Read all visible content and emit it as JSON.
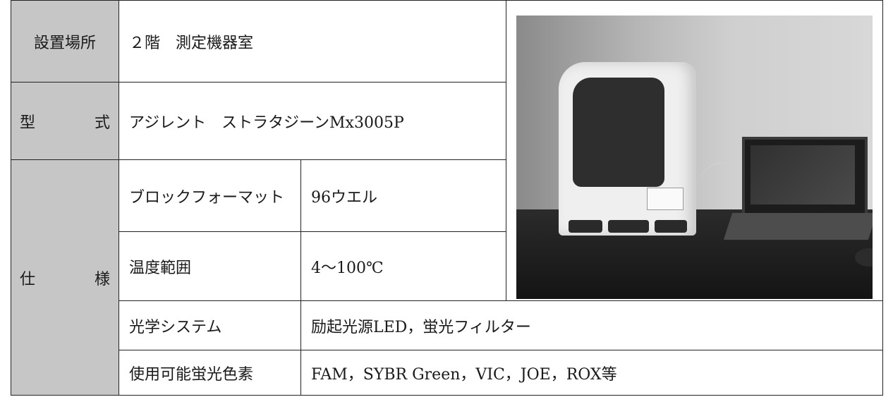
{
  "rows": {
    "location": {
      "label_chars": [
        "設置場所"
      ],
      "value": "２階　測定機器室"
    },
    "model": {
      "label_chars": [
        "型",
        "式"
      ],
      "value": "アジレント　ストラタジーンMx3005P"
    },
    "spec": {
      "label_chars": [
        "仕",
        "様"
      ],
      "items": [
        {
          "name": "ブロックフォーマット",
          "value": "96ウエル"
        },
        {
          "name": "温度範囲",
          "value": "4～100℃"
        },
        {
          "name": "光学システム",
          "value": "励起光源LED，蛍光フィルター"
        },
        {
          "name": "使用可能蛍光色素",
          "value": "FAM，SYBR Green，VIC，JOE，ROX等"
        }
      ]
    }
  },
  "photo": {
    "subject": "Mx3005P instrument with laptop"
  }
}
